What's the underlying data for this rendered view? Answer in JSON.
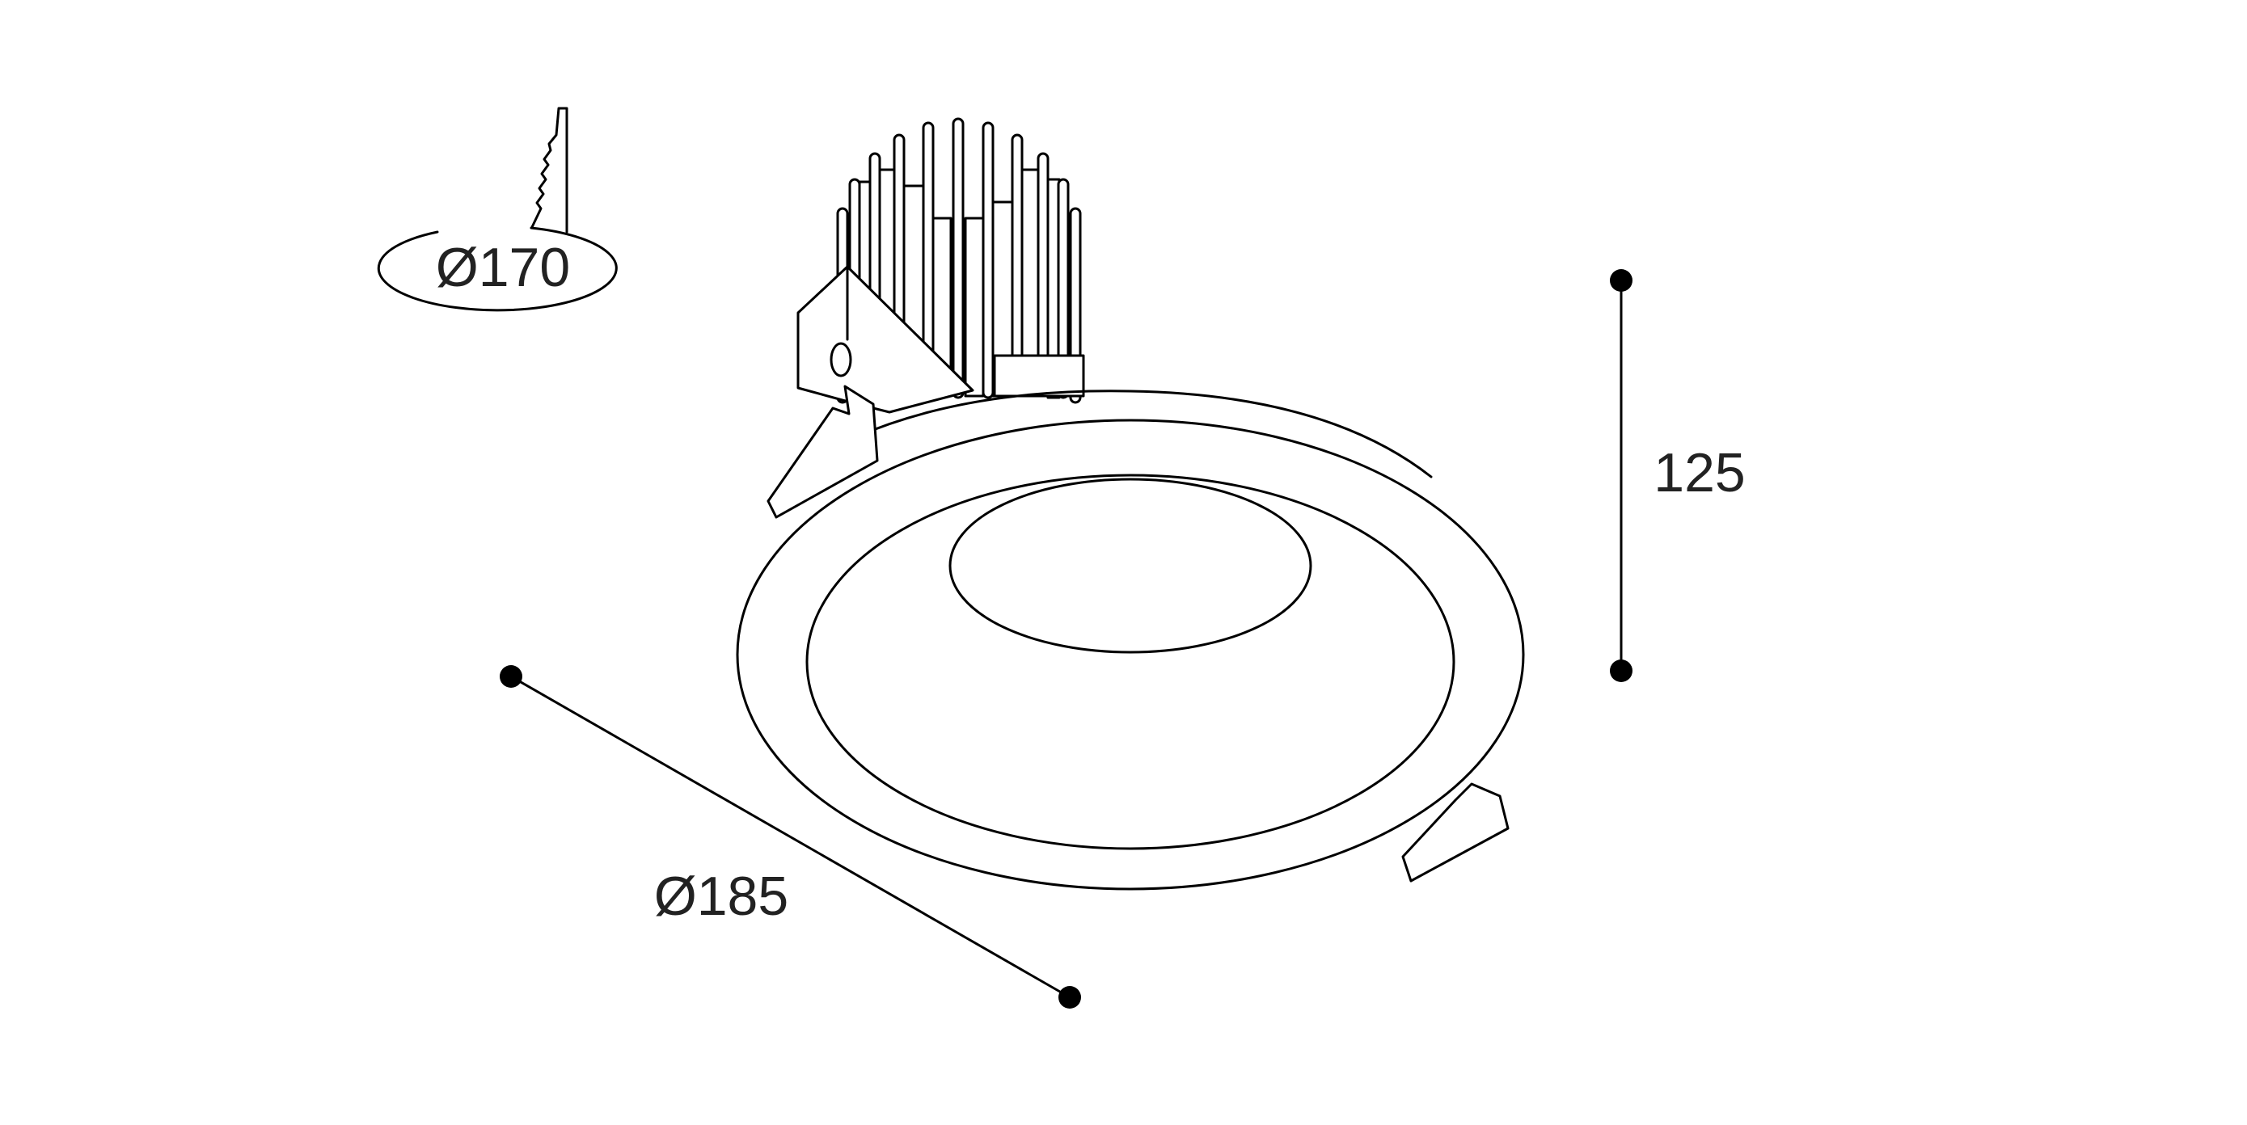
{
  "drawing": {
    "cutout_label": "Ø170",
    "height_label": "125",
    "diameter_label": "Ø185",
    "line_color": "#000000",
    "background": "#ffffff"
  }
}
